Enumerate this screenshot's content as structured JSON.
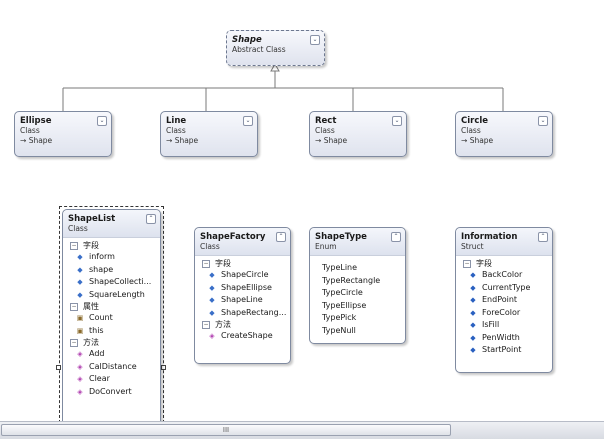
{
  "shapes": {
    "shape": {
      "name": "Shape",
      "kind": "Abstract Class"
    },
    "ellipse": {
      "name": "Ellipse",
      "kind": "Class",
      "base": "Shape"
    },
    "line": {
      "name": "Line",
      "kind": "Class",
      "base": "Shape"
    },
    "rect": {
      "name": "Rect",
      "kind": "Class",
      "base": "Shape"
    },
    "circle": {
      "name": "Circle",
      "kind": "Class",
      "base": "Shape"
    },
    "shapelist": {
      "name": "ShapeList",
      "kind": "Class",
      "fields_label": "字段",
      "fields": [
        "inform",
        "shape",
        "ShapeCollecti...",
        "SquareLength"
      ],
      "props_label": "属性",
      "props": [
        "Count",
        "this"
      ],
      "methods_label": "方法",
      "methods": [
        "Add",
        "CalDistance",
        "Clear",
        "DoConvert"
      ]
    },
    "shapefactory": {
      "name": "ShapeFactory",
      "kind": "Class",
      "fields_label": "字段",
      "fields": [
        "ShapeCircle",
        "ShapeEllipse",
        "ShapeLine",
        "ShapeRectang..."
      ],
      "methods_label": "方法",
      "methods": [
        "CreateShape"
      ]
    },
    "shapetype": {
      "name": "ShapeType",
      "kind": "Enum",
      "values": [
        "TypeLine",
        "TypeRectangle",
        "TypeCircle",
        "TypeEllipse",
        "TypePick",
        "TypeNull"
      ]
    },
    "information": {
      "name": "Information",
      "kind": "Struct",
      "fields_label": "字段",
      "fields": [
        "BackColor",
        "CurrentType",
        "EndPoint",
        "ForeColor",
        "IsFill",
        "PenWidth",
        "StartPoint"
      ]
    }
  },
  "scrollbar": {
    "thumb_label": "III"
  },
  "colors": {
    "border": "#7f8aa0",
    "header_grad_top": "#f7f8fc",
    "header_grad_bottom": "#dfe3ee",
    "line": "#7a7a7a"
  },
  "icons": {
    "toggle_expand": "chevron-double-down-icon",
    "toggle_collapse": "chevron-double-up-icon",
    "inherit": "arrow-inherit-icon",
    "field": "field-icon",
    "property": "property-icon",
    "method": "method-icon",
    "section": "collapse-minus-icon"
  }
}
